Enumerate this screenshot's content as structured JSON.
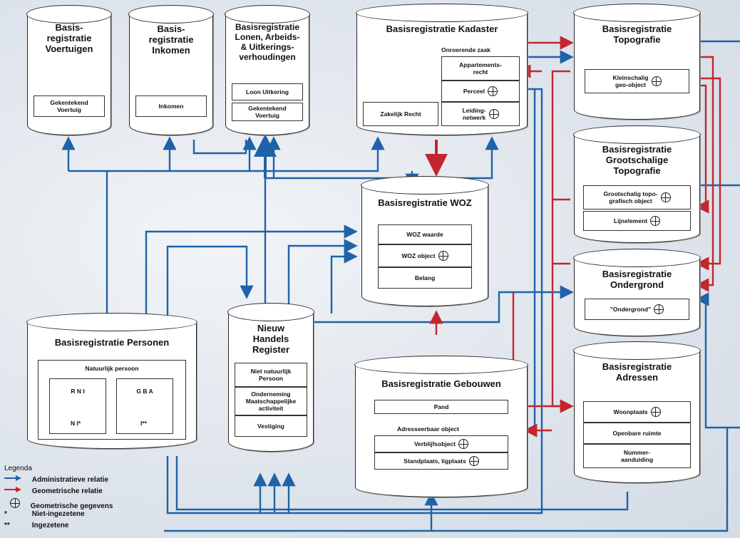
{
  "cylinders": {
    "voertuigen": {
      "title": "Basis-\nregistratie\nVoertuigen",
      "box": "Gekentekend\nVoertuig"
    },
    "inkomen": {
      "title": "Basis-\nregistratie\nInkomen",
      "box": "Inkomen"
    },
    "lonen": {
      "title": "Basisregistratie\nLonen, Arbeids-\n& Uitkerings-\nverhoudingen",
      "box1": "Loon Uitkering",
      "box2": "Gekentekend\nVoertuig"
    },
    "kadaster": {
      "title": "Basisregistratie Kadaster",
      "zaak": "Onroerende zaak",
      "b1": "Appartements-\nrecht",
      "b2": "Perceel",
      "b3": "Leiding-\nnetwerk",
      "zr": "Zakelijk Recht"
    },
    "topografie": {
      "title": "Basisregistratie\nTopografie",
      "box": "Kleinschalig\ngeo-object"
    },
    "groot": {
      "title": "Basisregistratie\nGrootschalige\nTopografie",
      "b1": "Grootschalig topo-\ngrafisch object",
      "b2": "Lijnelement"
    },
    "woz": {
      "title": "Basisregistratie WOZ",
      "b1": "WOZ waarde",
      "b2": "WOZ object",
      "b3": "Belang"
    },
    "ondergrond": {
      "title": "Basisregistratie\nOndergrond",
      "box": "\"Ondergrond\""
    },
    "personen": {
      "title": "Basisregistratie Personen",
      "np": "Natuurlijk persoon",
      "rni": "R N I",
      "gba": "G B A",
      "ni": "N I*",
      "i": "I**"
    },
    "nhr": {
      "title": "Nieuw\nHandels\nRegister",
      "b1": "Niet natuurlijk\nPersoon",
      "b2": "Onderneming\nMaatschappelijke\nactiviteit",
      "b3": "Vestiging"
    },
    "gebouwen": {
      "title": "Basisregistratie Gebouwen",
      "pand": "Pand",
      "ao": "Adresseerbaar object",
      "b1": "Verblijfsobject",
      "b2": "Standplaats, ligplaats"
    },
    "adressen": {
      "title": "Basisregistratie\nAdressen",
      "b1": "Woonplaats",
      "b2": "Openbare ruimte",
      "b3": "Nummer-\naanduiding"
    }
  },
  "legend": {
    "title": "Legenda",
    "admin": "Administratieve relatie",
    "geo": "Geometrische relatie",
    "geodata": "Geometrische gegevens",
    "star": "*",
    "niet": "Niet-ingezetene",
    "star2": "**",
    "ing": "Ingezetene"
  },
  "colors": {
    "admin": "#1f62a8",
    "geo": "#c4262e"
  }
}
